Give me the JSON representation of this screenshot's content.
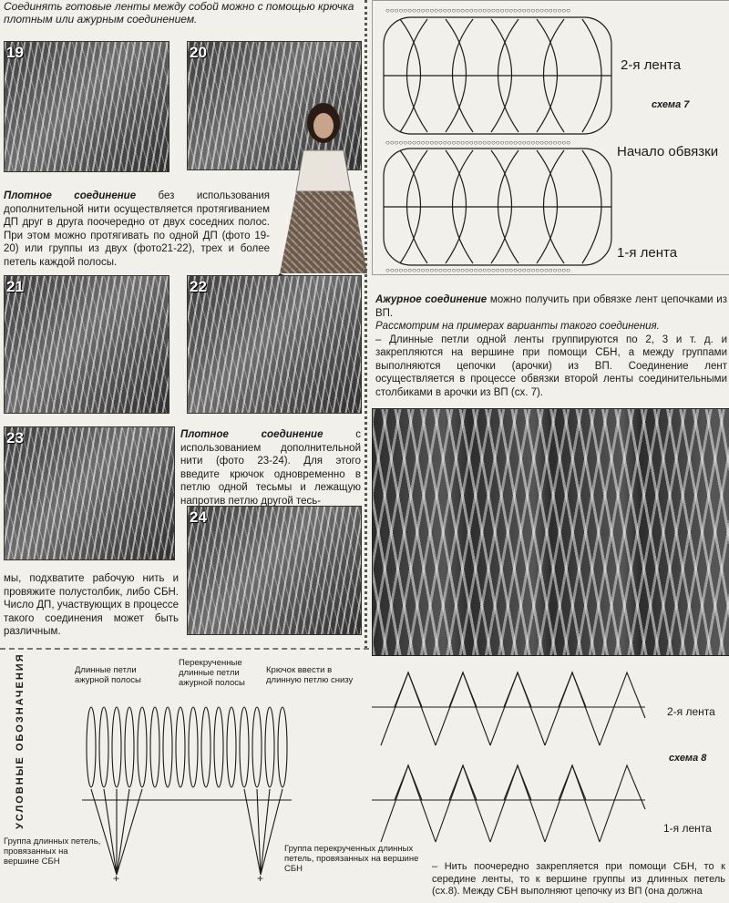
{
  "intro": "Соединять готовые ленты между собой можно с помощью крючка плотным или ажурным соединением.",
  "photos": {
    "p19": "19",
    "p20": "20",
    "p21": "21",
    "p22": "22",
    "p23": "23",
    "p24": "24"
  },
  "para1": {
    "bold": "Плотное соединение",
    "text": " без использования дополнительной нити осуществляется протягиванием ДП друг в друга поочередно от двух соседних полос. При этом можно протягивать по одной ДП (фото 19-20) или группы из двух (фото21-22), трех и более петель каждой полосы."
  },
  "para2": {
    "bold": "Плотное соединение",
    "text": " с использованием дополнительной нити (фото 23-24). Для этого введите крючок одновременно в петлю одной тесьмы и лежащую напротив петлю другой тесь-"
  },
  "para2_cont": "мы, подхватите рабочую нить и провяжите полустолбик, либо СБН. Число ДП, участвующих в процессе такого соединения может быть различным.",
  "schema7": {
    "label_top": "2-я лента",
    "label_mid": "Начало обвязки",
    "label_bottom": "1-я лента",
    "title": "схема 7"
  },
  "para3": {
    "bold": "Ажурное соединение",
    "text": " можно получить при обвязке лент цепочками из ВП.",
    "italic": "Рассмотрим на примерах варианты такого соединения.",
    "text2": "– Длинные петли одной ленты группируются по 2, 3 и т. д. и закрепляются на вершине при помощи СБН, а между группами выполняются цепочки (арочки) из ВП. Соединение лент осуществляется в процессе обвязки второй ленты соединительными столбиками в арочки из ВП (сх. 7)."
  },
  "legend": {
    "title": "условные обозначения",
    "long_loops": "Длинные петли ажурной полосы",
    "twisted_loops": "Перекрученные длинные петли ажурной полосы",
    "hook_note": "Крючок ввести в длинную петлю снизу",
    "group_long": "Группа длинных петель, провязанных на вершине СБН",
    "group_twisted": "Группа перекрученных длинных петель, провязанных на вершине СБН"
  },
  "schema8": {
    "label_top": "2-я лента",
    "title": "схема 8",
    "label_bottom": "1-я лента"
  },
  "para4": "– Нить поочередно закрепляется при помощи СБН, то к середине ленты, то к вершине группы из длинных петель (сх.8). Между СБН выполняют цепочку из ВП (она должна"
}
